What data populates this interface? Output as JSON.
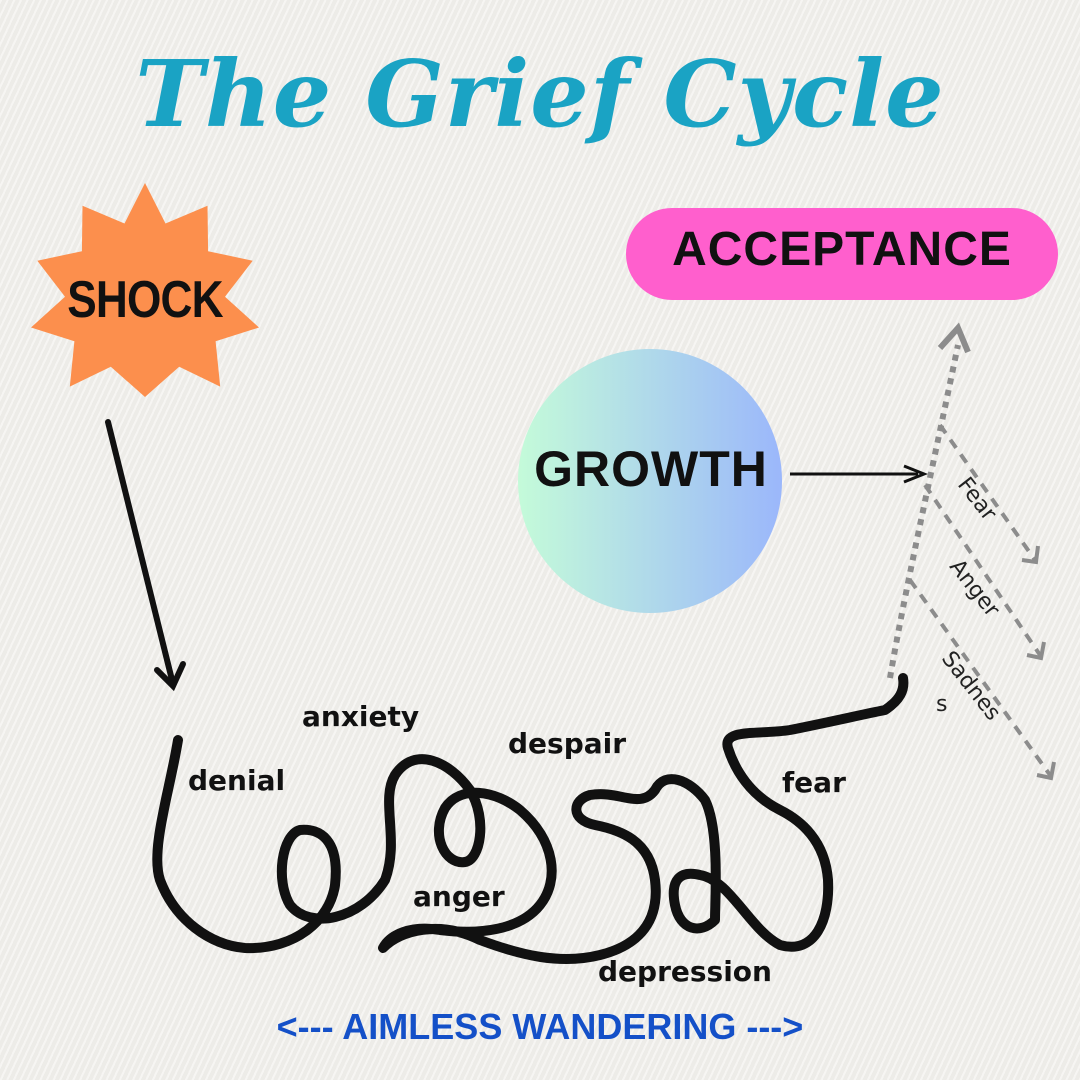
{
  "title": "The Grief Cycle",
  "shock": "SHOCK",
  "acceptance": "ACCEPTANCE",
  "growth": "GROWTH",
  "wandering_words": {
    "denial": "denial",
    "anxiety": "anxiety",
    "despair": "despair",
    "fear": "fear",
    "anger": "anger",
    "depression": "depression"
  },
  "setbacks": {
    "fear": "Fear",
    "anger": "Anger",
    "sadness": "Sadnes",
    "sadness_wrap": "s"
  },
  "footer": "<--- AIMLESS WANDERING --->",
  "colors": {
    "title": "#1aa3c4",
    "shock_burst": "#fc8f4d",
    "acceptance_pill": "#ff5fcd",
    "growth_gradient_start": "#c4fbd9",
    "growth_gradient_end": "#9bb7fb",
    "dashed_arrows": "#8c8c8c",
    "footer": "#1450c8"
  }
}
